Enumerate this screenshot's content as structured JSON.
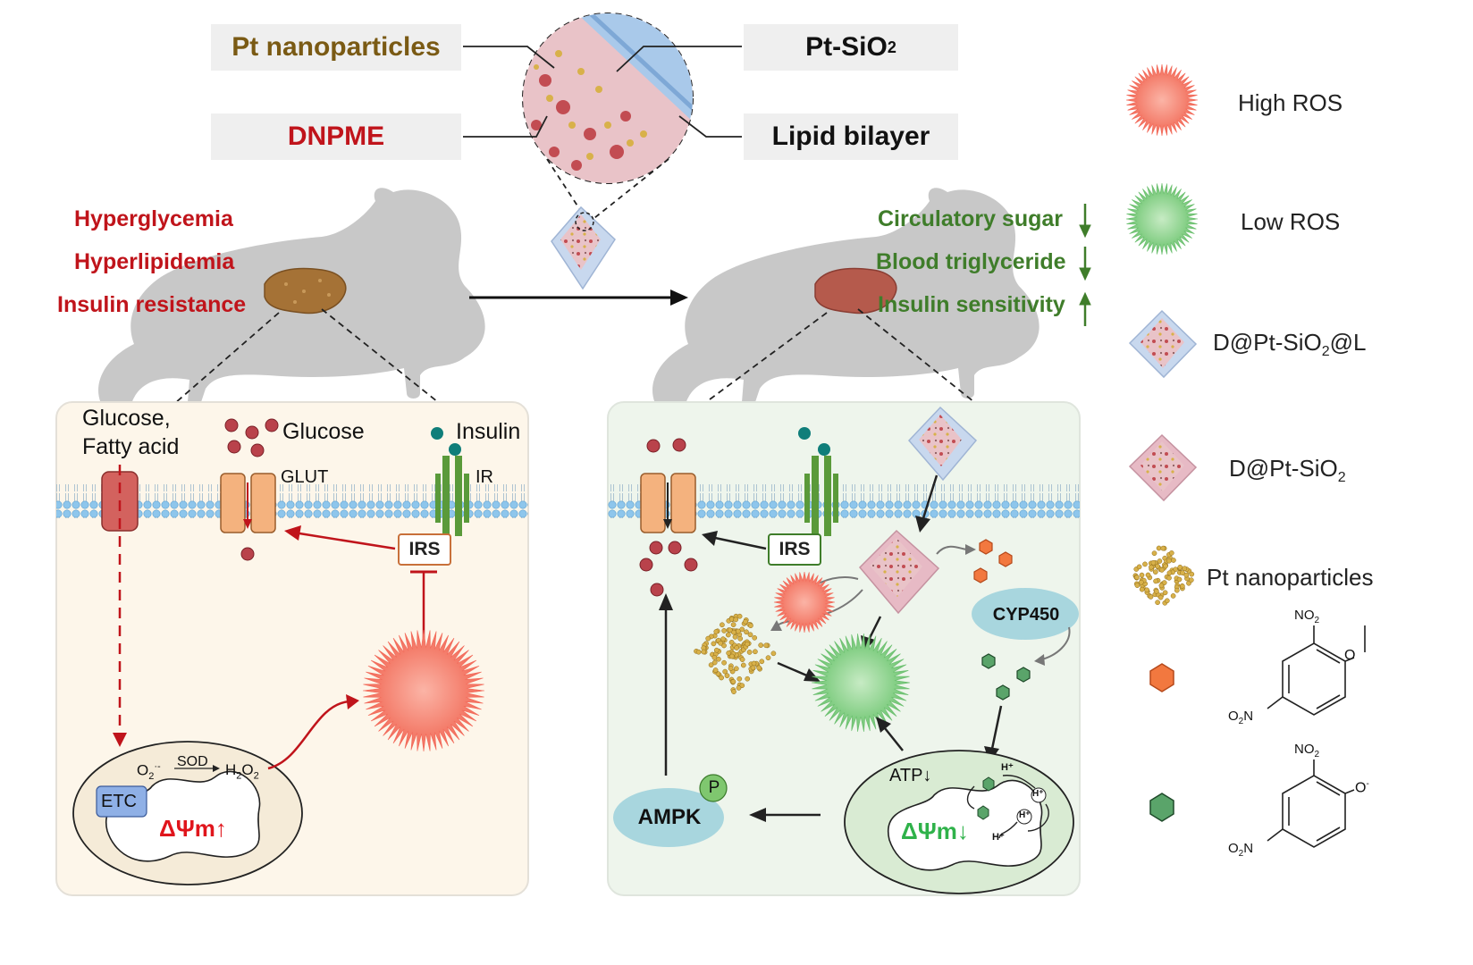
{
  "top_labels": {
    "pt_nanoparticles": "Pt nanoparticles",
    "dnpme": "DNPME",
    "pt_sio2_base": "Pt-SiO",
    "pt_sio2_sub": "2",
    "lipid_bilayer": "Lipid bilayer"
  },
  "left_mouse": {
    "symptoms": [
      "Hyperglycemia",
      "Hyperlipidemia",
      "Insulin resistance"
    ]
  },
  "right_mouse": {
    "outcomes": [
      "Circulatory sugar",
      "Blood triglyceride",
      "Insulin sensitivity"
    ]
  },
  "left_cell": {
    "glucose_fatty_acid_1": "Glucose,",
    "glucose_fatty_acid_2": "Fatty acid",
    "glucose": "Glucose",
    "insulin": "Insulin",
    "glut": "GLUT",
    "ir": "IR",
    "irs": "IRS",
    "etc": "ETC",
    "sod": "SOD",
    "o2": "O",
    "h2o2": "H",
    "dpsi": "ΔΨm↑"
  },
  "right_cell": {
    "irs": "IRS",
    "cyp450": "CYP450",
    "ampk": "AMPK",
    "p": "P",
    "atp": "ATP↓",
    "dpsi": "ΔΨm↓",
    "hplus": "H⁺"
  },
  "legend": {
    "high_ros": "High ROS",
    "low_ros": "Low ROS",
    "d_pt_sio2_l_a": "D@Pt-SiO",
    "d_pt_sio2_l_b": "2",
    "d_pt_sio2_l_c": "@L",
    "d_pt_sio2_a": "D@Pt-SiO",
    "d_pt_sio2_b": "2",
    "pt_nanoparticles": "Pt nanoparticles",
    "no2": "NO",
    "no2_sub": "2",
    "o2n": "O",
    "o2n_sub": "2",
    "o2n_end": "N"
  },
  "colors": {
    "red": "#c0141b",
    "green": "#3f7d2a",
    "mouse": "#c8c8c8",
    "left_panel": "#fdf6ea",
    "right_panel": "#eef5ec"
  }
}
